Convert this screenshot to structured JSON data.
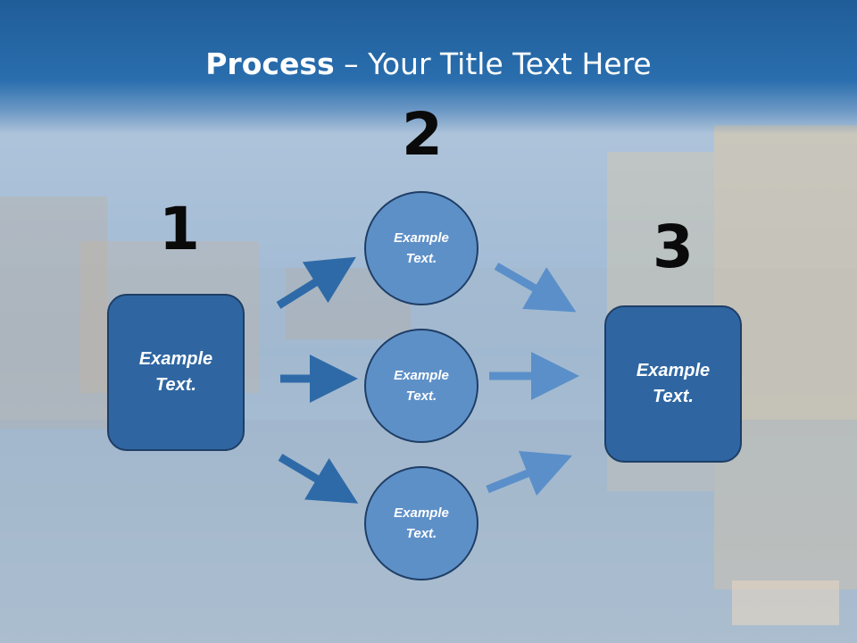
{
  "title": {
    "bold": "Process",
    "rest": " – Your Title Text Here"
  },
  "steps": {
    "one": {
      "number": "1",
      "text": "Example Text."
    },
    "two": {
      "number": "2"
    },
    "three": {
      "number": "3",
      "text": "Example Text."
    }
  },
  "circles": [
    {
      "text": "Example Text."
    },
    {
      "text": "Example Text."
    },
    {
      "text": "Example Text."
    }
  ],
  "colors": {
    "header": "#2a6eae",
    "box": "#2f66a2",
    "circle": "#5e90c8",
    "arrow_dark": "#2f6aa8",
    "arrow_light": "#5a8fca"
  }
}
